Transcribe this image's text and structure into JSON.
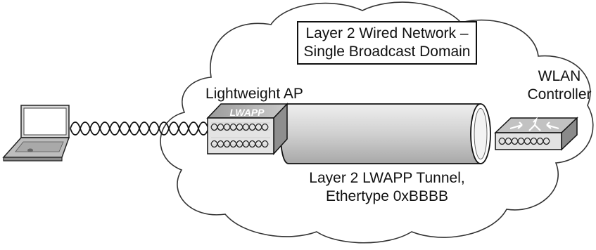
{
  "title_box": {
    "line1": "Layer 2 Wired Network –",
    "line2": "Single Broadcast Domain"
  },
  "ap_label": "Lightweight AP",
  "ap_badge": "LWAPP",
  "controller_label": {
    "line1": "WLAN",
    "line2": "Controller"
  },
  "tunnel_label": {
    "line1": "Layer 2 LWAPP Tunnel,",
    "line2": "Ethertype 0xBBBB"
  },
  "icons": {
    "client": "laptop-icon",
    "wireless": "wireless-link-icon",
    "ap": "access-point-icon",
    "tunnel": "tunnel-icon",
    "controller": "wlan-controller-icon",
    "network": "cloud-icon"
  },
  "colors": {
    "line": "#111111",
    "device_light": "#e6e6e6",
    "device_mid": "#b9b9b9",
    "device_dark": "#8e8e8e",
    "tunnel": "#d2d2d2"
  }
}
